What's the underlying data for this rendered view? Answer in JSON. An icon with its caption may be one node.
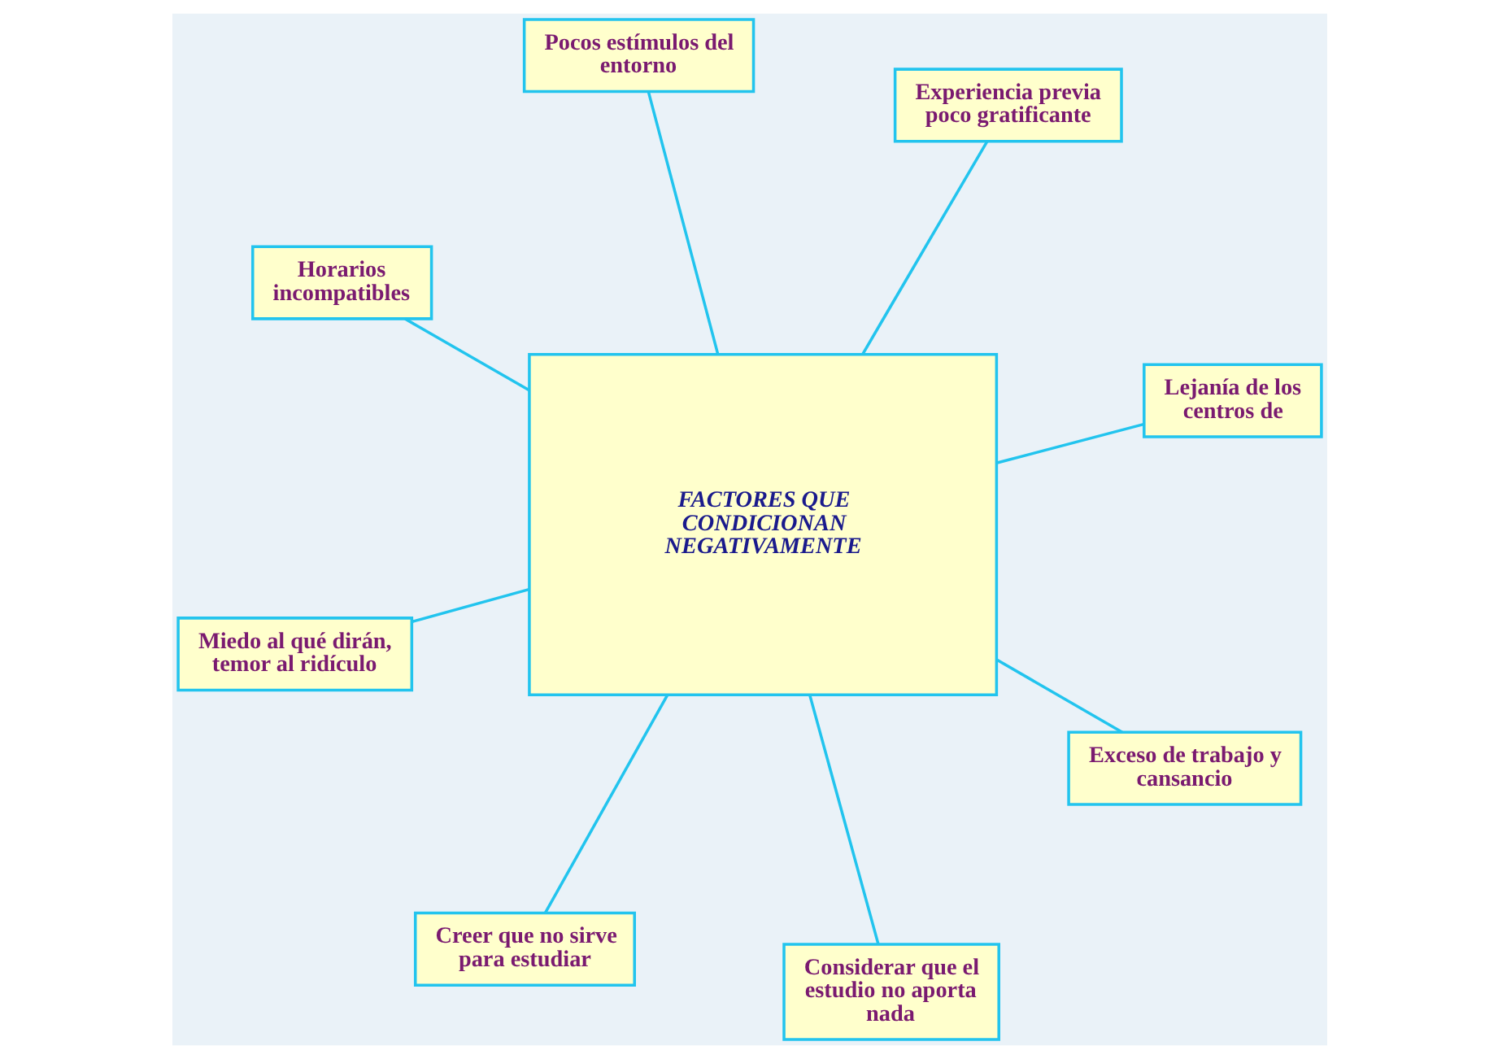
{
  "diagram": {
    "nodes": [
      {
        "text": [
          "FACTORES QUE CONDICIONAN NEGATIVAMENTE"
        ]
      },
      {
        "text": [
          "Lejanía de los centros de"
        ]
      },
      {
        "text": [
          "Creer que no sirve para estudiar"
        ]
      },
      {
        "text": [
          "Horarios incompatibles"
        ]
      },
      {
        "text": [
          "Experiencia previa poco gratificante"
        ]
      },
      {
        "text": [
          "Pocos estímulos del entorno"
        ]
      },
      {
        "text": [
          "Miedo al qué dirán, temor al ridículo"
        ]
      },
      {
        "text": [
          "Exceso de trabajo y cansancio"
        ]
      },
      {
        "text": [
          "Considerar que el estudio no aporta nada"
        ]
      }
    ],
    "edges": [
      {
        "from": 0,
        "to": 1,
        "arrow": "none"
      },
      {
        "from": 0,
        "to": 2,
        "arrow": "none"
      },
      {
        "from": 0,
        "to": 3,
        "arrow": "none"
      },
      {
        "from": 0,
        "to": 4,
        "arrow": "none"
      },
      {
        "from": 0,
        "to": 5,
        "arrow": "none"
      },
      {
        "from": 0,
        "to": 6,
        "arrow": "none"
      },
      {
        "from": 0,
        "to": 7,
        "arrow": "none"
      },
      {
        "from": 0,
        "to": 8,
        "arrow": "none"
      }
    ]
  }
}
